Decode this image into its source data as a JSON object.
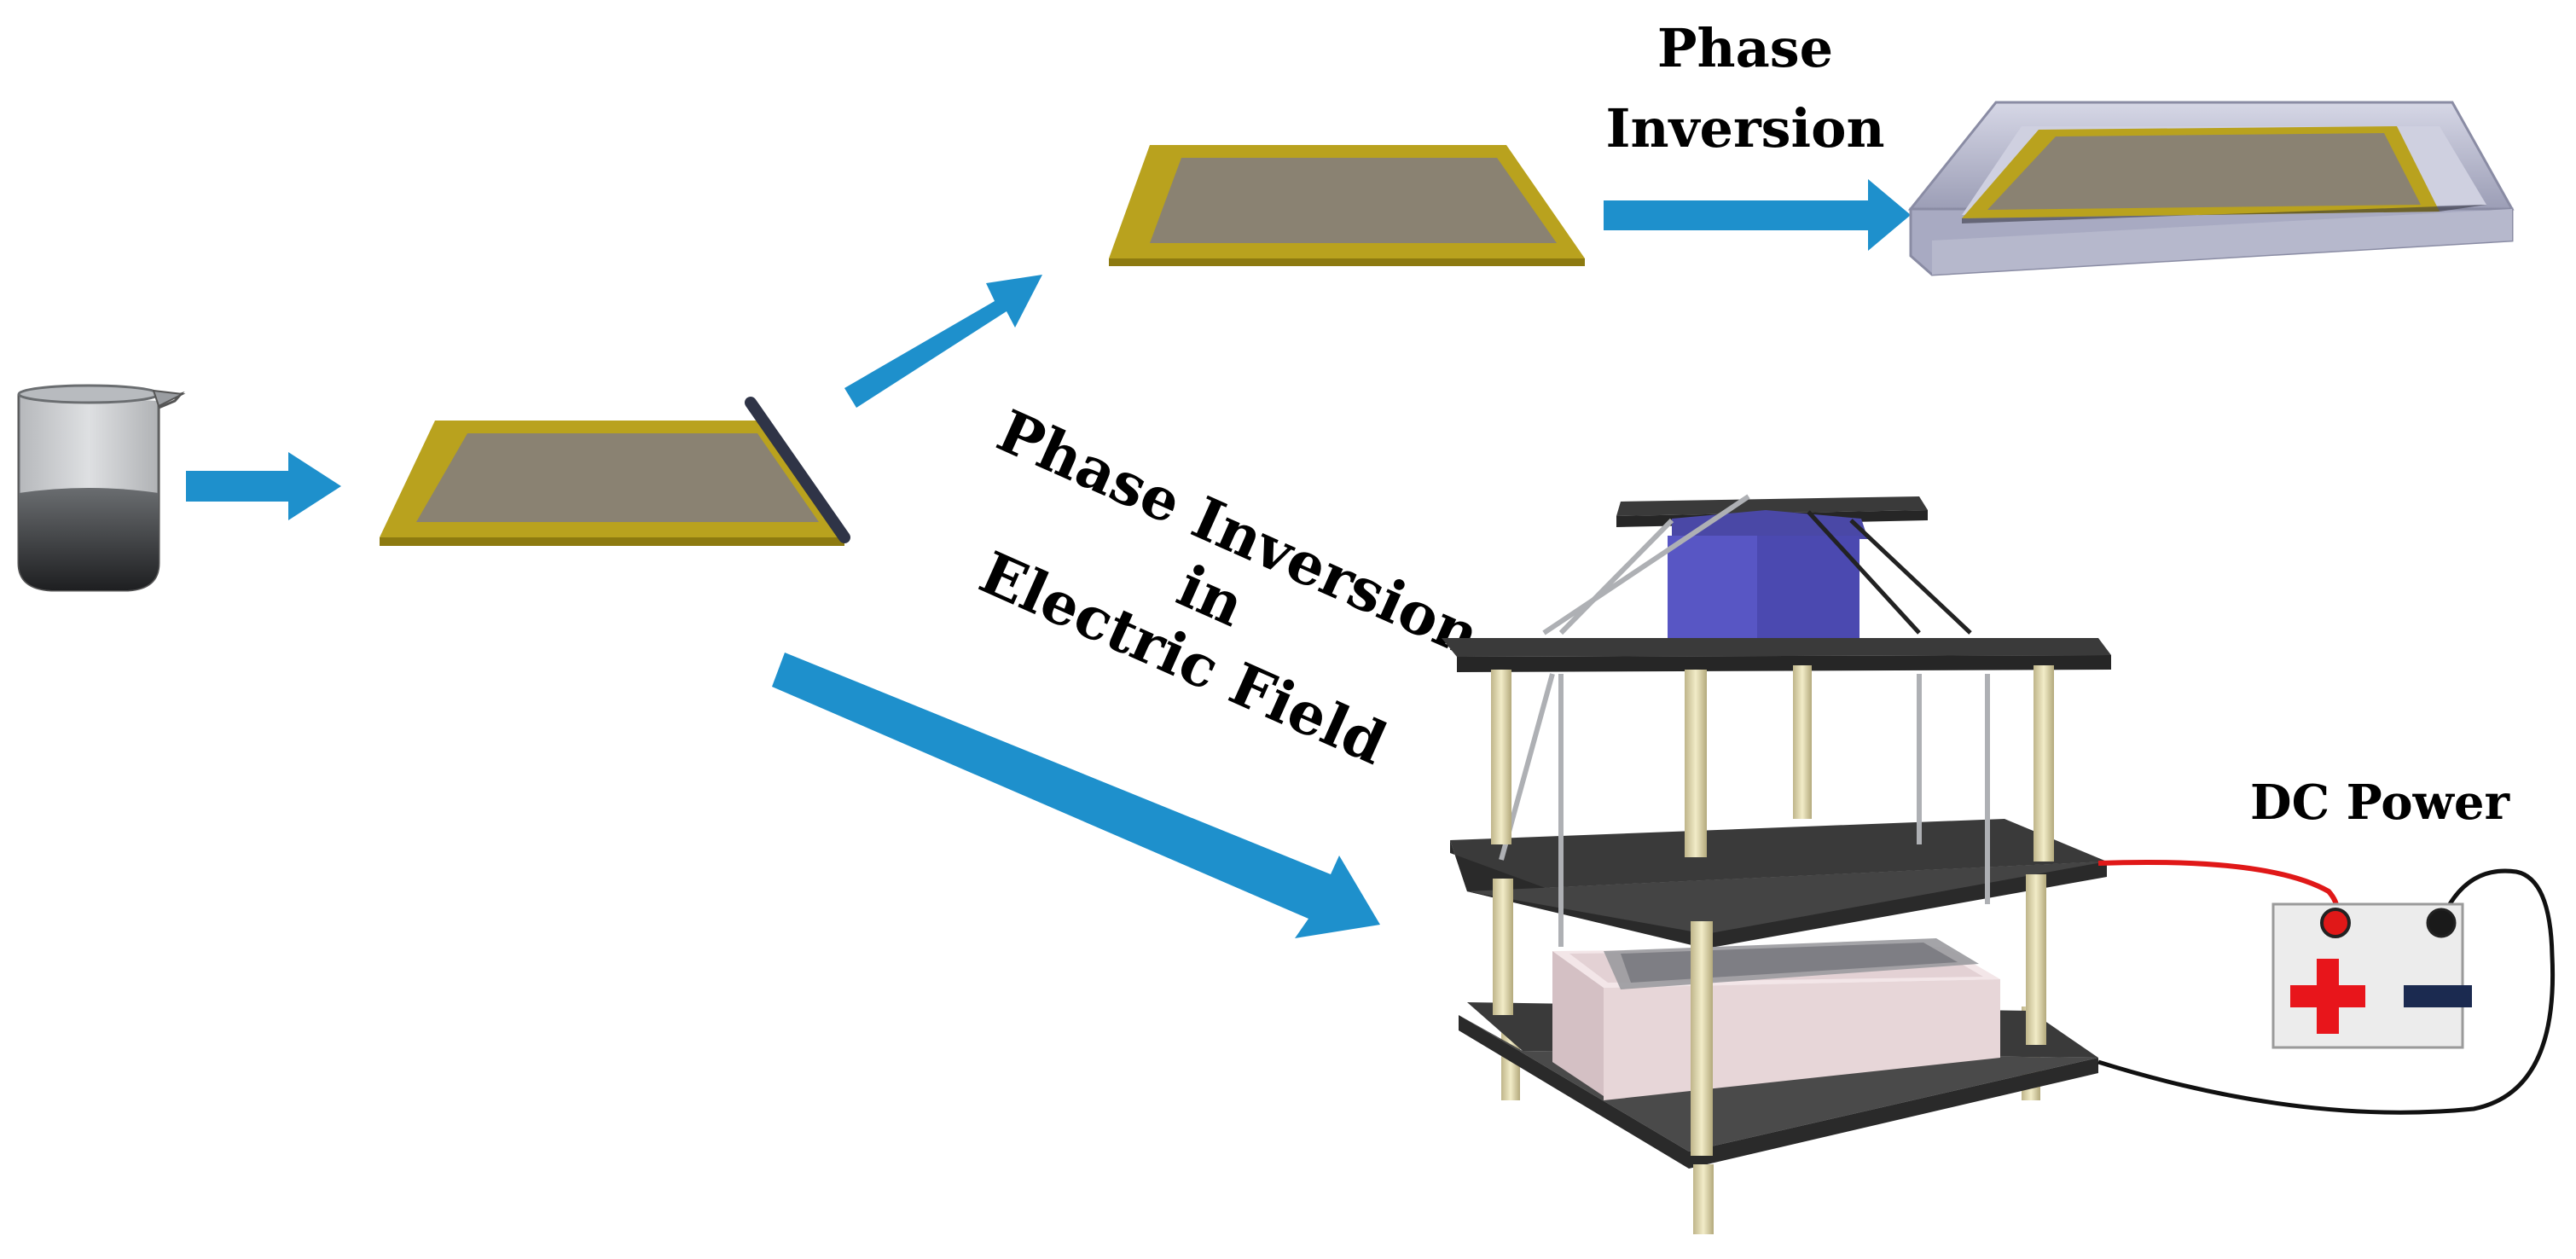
{
  "labels": {
    "phase_inversion_line1": "Phase",
    "phase_inversion_line2": "Inversion",
    "electric_line1": "Phase Inversion",
    "electric_line2": "in",
    "electric_line3": "Electric Field",
    "dc_power": "DC Power"
  },
  "colors": {
    "arrow": "#1e90cc",
    "plate_frame": "#b9a21e",
    "plate_film": "#8a8272",
    "bath": "#aeb0c6",
    "board": "#3a3a3a",
    "post": "#e8dfb0",
    "weight_block": "#5856c4",
    "coag_box": "#e7d6d8",
    "wire_positive": "#e01818",
    "wire_negative": "#111111",
    "plus_sign": "#e8151b",
    "minus_sign": "#1b2a50"
  },
  "icons": {
    "beaker": "beaker-icon",
    "casting_plate": "cast-film-plate",
    "coagulation_bath": "coagulation-bath",
    "electric_field_apparatus": "electric-field-apparatus",
    "power_supply": "dc-power-supply",
    "positive_terminal": "plus-icon",
    "negative_terminal": "minus-icon"
  }
}
